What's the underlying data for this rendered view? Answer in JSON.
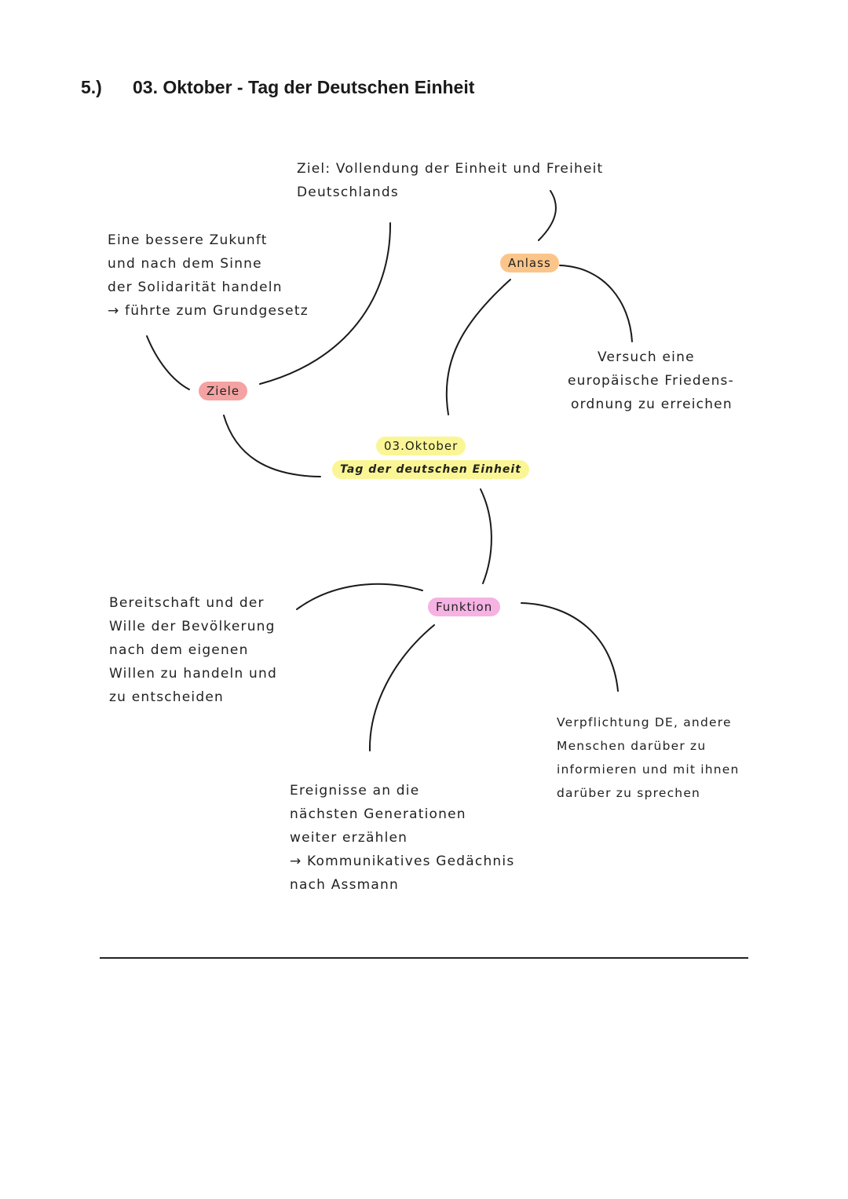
{
  "heading": {
    "number": "5.)",
    "title": "03. Oktober - Tag der Deutschen Einheit"
  },
  "center": {
    "date": "03.Oktober",
    "label": "Tag der deutschen Einheit"
  },
  "categories": {
    "anlass": "Anlass",
    "ziele": "Ziele",
    "funktion": "Funktion"
  },
  "notes": {
    "ziel_top": [
      "Ziel: Vollendung der Einheit und Freiheit",
      "Deutschlands"
    ],
    "zukunft": [
      "Eine bessere Zukunft",
      "und nach dem Sinne",
      "der Solidarität handeln",
      "→ führte zum Grundgesetz"
    ],
    "anlass_note": [
      "Versuch eine",
      "europäische Friedens-",
      "ordnung zu erreichen"
    ],
    "bereitschaft": [
      "Bereitschaft und der",
      "Wille der Bevölkerung",
      "nach dem eigenen",
      "Willen zu handeln und",
      "zu entscheiden"
    ],
    "verpflichtung": [
      "Verpflichtung DE, andere",
      "Menschen darüber zu",
      "informieren und mit ihnen",
      "darüber zu sprechen"
    ],
    "ereignisse": [
      "Ereignisse an die",
      "nächsten Generationen",
      "weiter erzählen",
      "→ Kommunikatives Gedächnis",
      "nach Assmann"
    ]
  },
  "colors": {
    "anlass": "#fbc58a",
    "ziele": "#f5a2a2",
    "center": "#fbf695",
    "funktion": "#f5b2e3"
  }
}
